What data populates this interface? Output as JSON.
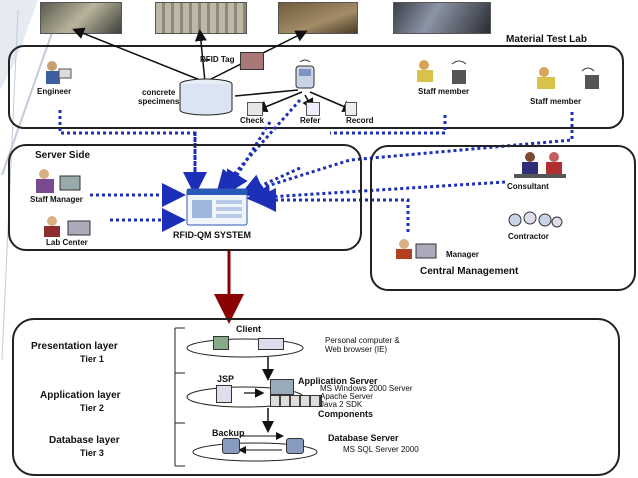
{
  "top": {
    "title": "Material Test Lab",
    "rfid_tag": "RFID Tag",
    "engineer": "Engineer",
    "specimens": "concrete\nspecimens",
    "check": "Check",
    "refer": "Refer",
    "record": "Record",
    "staff1": "Staff member",
    "staff2": "Staff member"
  },
  "server": {
    "title": "Server Side",
    "staff_manager": "Staff Manager",
    "lab_center": "Lab Center",
    "system": "RFID-QM SYSTEM"
  },
  "central": {
    "consultant": "Consultant",
    "contractor": "Contractor",
    "manager": "Manager",
    "title": "Central Management"
  },
  "tiers": {
    "presentation": {
      "name": "Presentation layer",
      "tier": "Tier 1"
    },
    "application": {
      "name": "Application layer",
      "tier": "Tier 2"
    },
    "database": {
      "name": "Database layer",
      "tier": "Tier 3"
    }
  },
  "arch": {
    "client": "Client",
    "client_desc": "Personal computer &\nWeb browser (IE)",
    "jsp": "JSP",
    "app_server": "Application Server",
    "app_desc": "MS Windows 2000 Server\nApache Server\nJava 2 SDK",
    "components": "Components",
    "backup": "Backup",
    "db_server": "Database Server",
    "db_desc": "MS SQL Server 2000"
  },
  "colors": {
    "dotted": "#1c2fb8",
    "arrow_red": "#8b0000",
    "bg": "#ffffff"
  }
}
